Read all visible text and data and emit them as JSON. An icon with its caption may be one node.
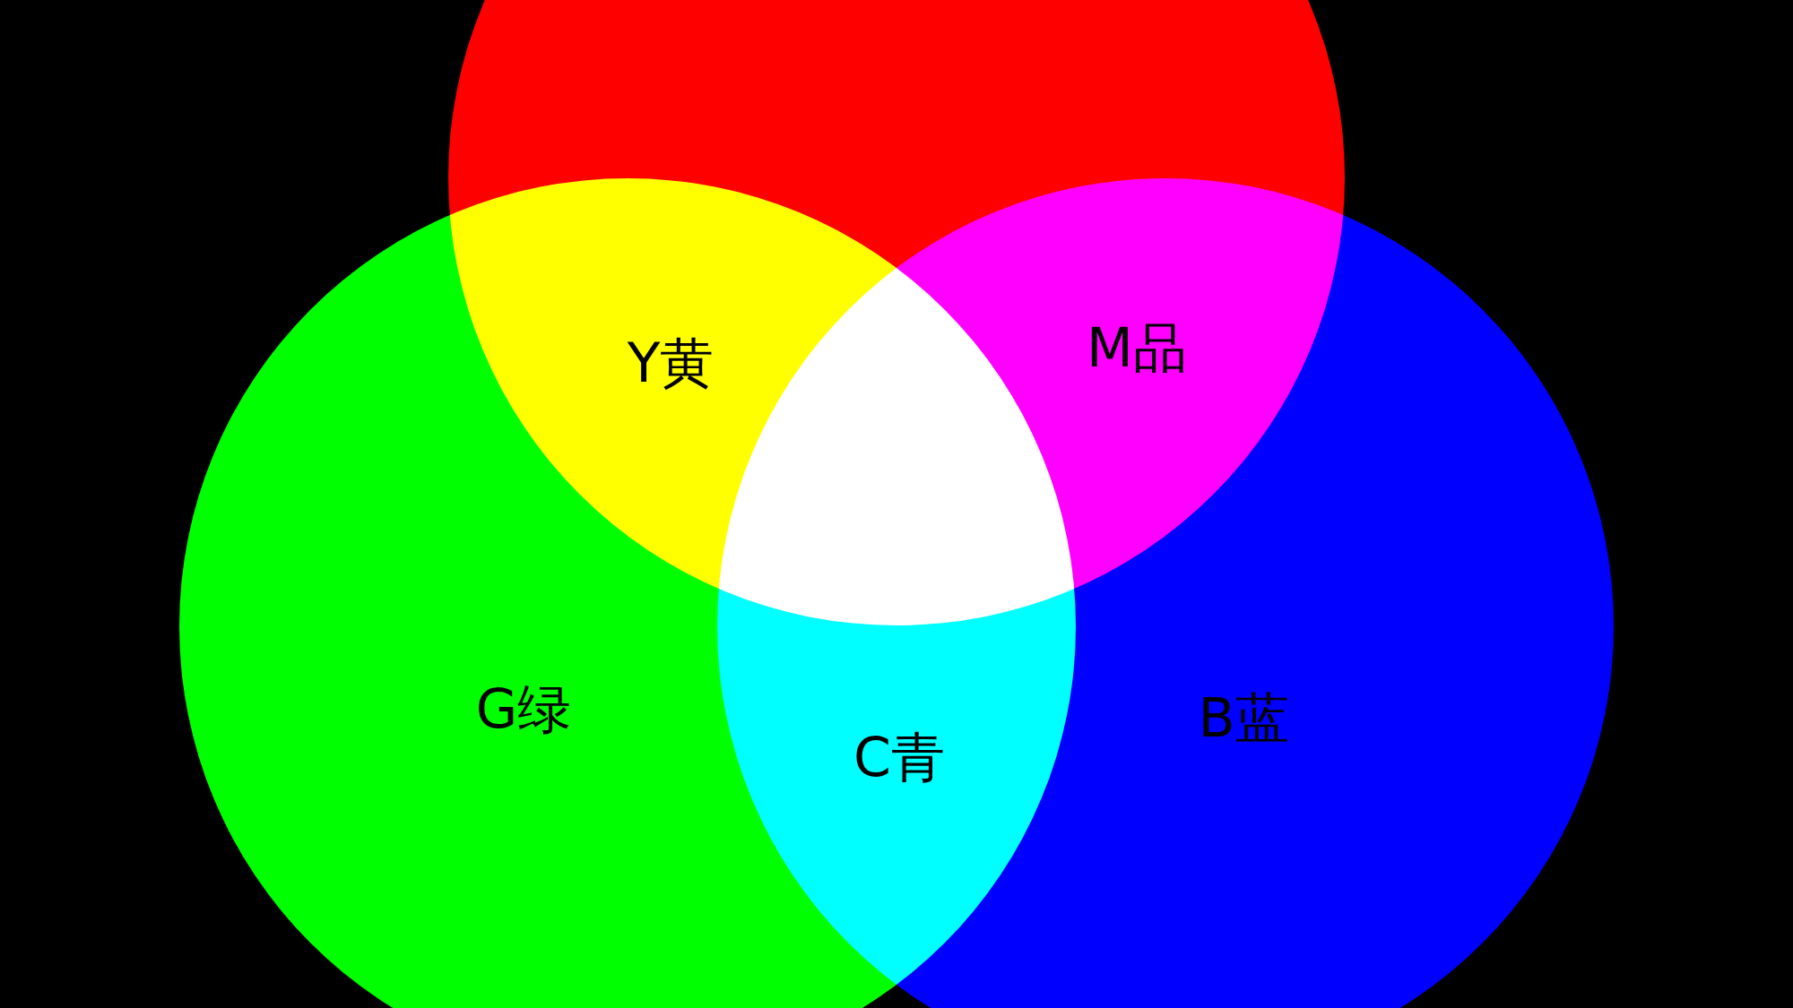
{
  "diagram": {
    "nodes": [
      {
        "text": [],
        "shape": "circle"
      },
      {
        "text": [
          "G绿"
        ]
      },
      {
        "text": [
          "B蓝"
        ]
      }
    ],
    "labels": [
      "Y黄",
      "M品",
      "C青"
    ]
  }
}
